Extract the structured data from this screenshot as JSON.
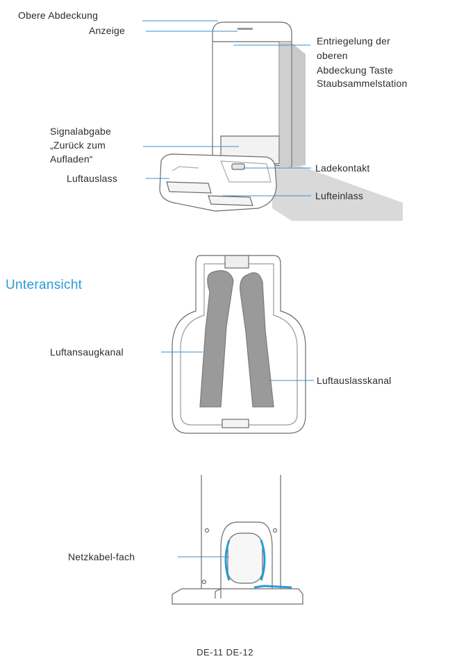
{
  "top_view": {
    "labels": {
      "top_cover": "Obere Abdeckung",
      "indicator": "Anzeige",
      "top_cover_release": "Entriegelung der\noberen\nAbdeckung Taste",
      "dust_station": "Staubsammelstation",
      "return_signal": "Signalabgabe\n„Zurück zum\nAufladen“",
      "air_outlet": "Luftauslass",
      "charging_contact": "Ladekontakt",
      "air_inlet": "Lufteinlass"
    }
  },
  "bottom_view": {
    "title": "Unteransicht",
    "labels": {
      "intake_channel": "Luftansaugkanal",
      "outlet_channel": "Luftauslasskanal"
    }
  },
  "rear_view": {
    "labels": {
      "cable_compartment": "Netzkabel-fach"
    }
  },
  "footer": {
    "models": "DE-11 DE-12"
  },
  "colors": {
    "accent": "#2a9ad6",
    "line": "#555555",
    "shadow": "#d7d7d7"
  }
}
